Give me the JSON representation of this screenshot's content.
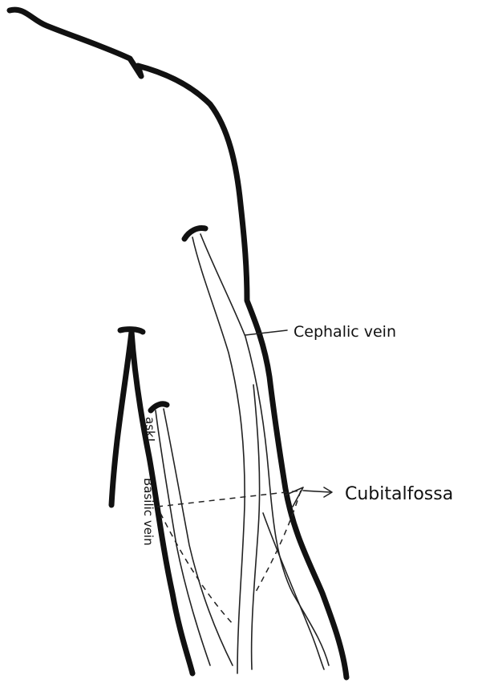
{
  "labels": {
    "cephalic": "Cephalic vein",
    "basilic": "Basilic vein",
    "axilla": "ask!",
    "cubital": "Cubitalfossa"
  },
  "arrow_glyph": "→"
}
